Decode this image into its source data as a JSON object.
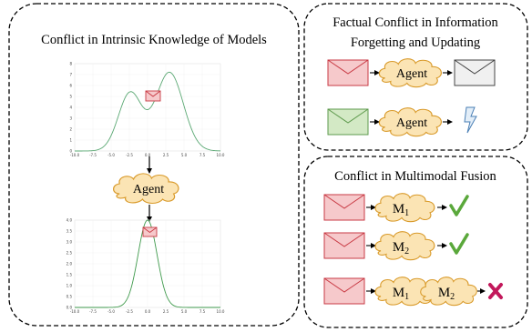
{
  "panels": {
    "left": {
      "title": "Conflict in Intrinsic Knowledge of Models",
      "agent_label": "Agent",
      "top_plot": {
        "y_ticks": [
          "0",
          "1",
          "2",
          "3",
          "4",
          "5",
          "6",
          "7",
          "8"
        ],
        "x_ticks": [
          "-10.0",
          "-7.5",
          "-5.0",
          "-2.5",
          "0.0",
          "2.5",
          "5.0",
          "7.5",
          "10.0"
        ]
      },
      "bottom_plot": {
        "y_ticks": [
          "0.0",
          "0.5",
          "1.0",
          "1.5",
          "2.0",
          "2.5",
          "3.0",
          "3.5",
          "4.0"
        ],
        "x_ticks": [
          "-10.0",
          "-7.5",
          "-5.0",
          "-2.5",
          "0.0",
          "2.5",
          "5.0",
          "7.5",
          "10.0"
        ]
      }
    },
    "top_right": {
      "title_line1": "Factual Conflict in Information",
      "title_line2": "Forgetting and Updating",
      "agent_label_1": "Agent",
      "agent_label_2": "Agent"
    },
    "bottom_right": {
      "title": "Conflict in Multimodal Fusion",
      "m_prefix": "M",
      "row1_sub": "1",
      "row2_sub": "2",
      "row3_sub_a": "1",
      "row3_sub_b": "2"
    }
  },
  "colors": {
    "envelope_red_fill": "#f6c9cb",
    "envelope_red_stroke": "#c83a44",
    "envelope_gray_fill": "#f0f0f0",
    "envelope_green_fill": "#d3e9c5",
    "envelope_green_stroke": "#5e9a4d",
    "cloud_fill": "#fbe4b4",
    "cloud_stroke": "#d99a2a",
    "check": "#5aa83b",
    "cross": "#c2185b",
    "curve": "#5aa873"
  },
  "icons": [
    "envelope-icon",
    "cloud-icon",
    "lightning-icon",
    "check-icon",
    "cross-icon",
    "arrow-icon"
  ]
}
